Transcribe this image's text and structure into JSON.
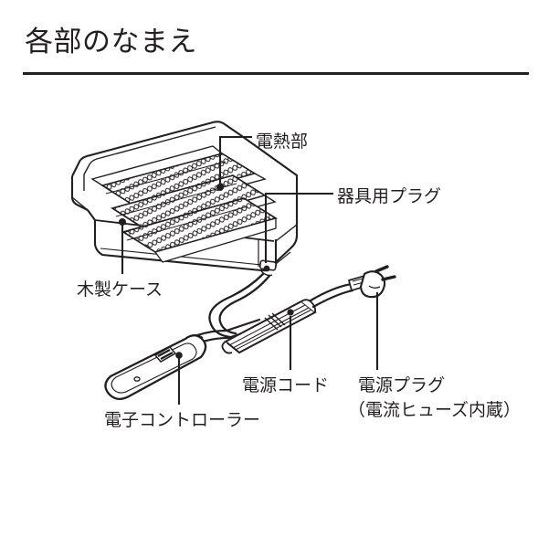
{
  "page": {
    "title": "各部のなまえ",
    "background_color": "#ffffff",
    "ink_color": "#231f20"
  },
  "diagram": {
    "name": "electric-foot-heater-parts-diagram",
    "labels": {
      "heating_element": "電熱部",
      "appliance_plug": "器具用プラグ",
      "wooden_case": "木製ケース",
      "power_cord": "電源コード",
      "electronic_controller": "電子コントローラー",
      "power_plug": "電源プラグ",
      "power_plug_note": "（電流ヒューズ内蔵）"
    }
  }
}
